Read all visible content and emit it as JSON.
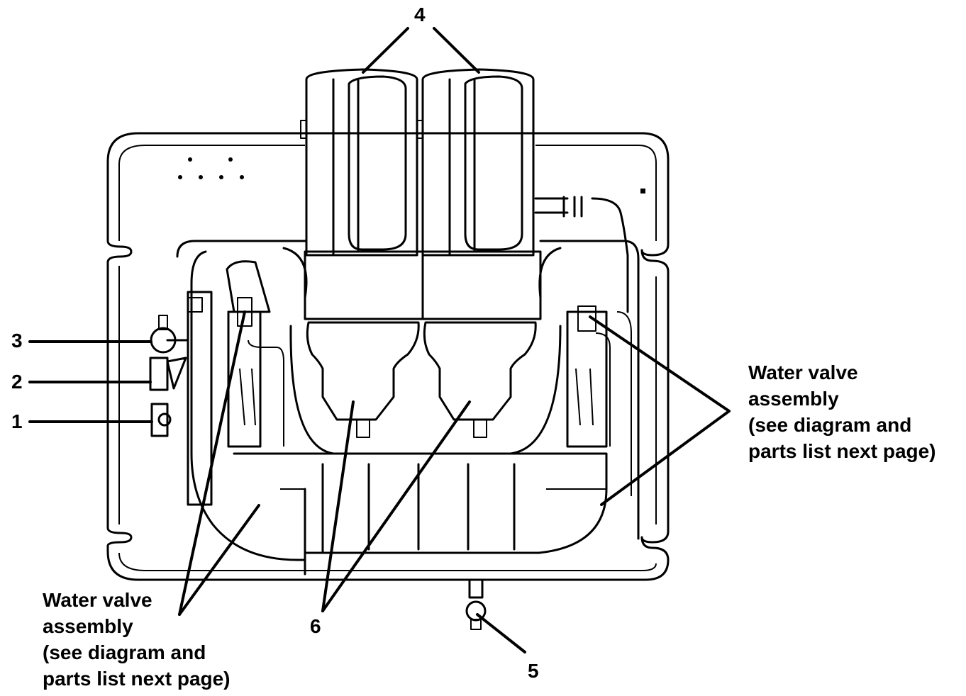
{
  "callouts": {
    "c1": "1",
    "c2": "2",
    "c3": "3",
    "c4": "4",
    "c5": "5",
    "c6": "6"
  },
  "labels": {
    "left": {
      "line1": "Water valve",
      "line2": "assembly",
      "line3": "(see diagram and",
      "line4": "parts list next page)"
    },
    "right": {
      "line1": "Water valve",
      "line2": "assembly",
      "line3": "(see diagram and",
      "line4": "parts list next page)"
    }
  }
}
